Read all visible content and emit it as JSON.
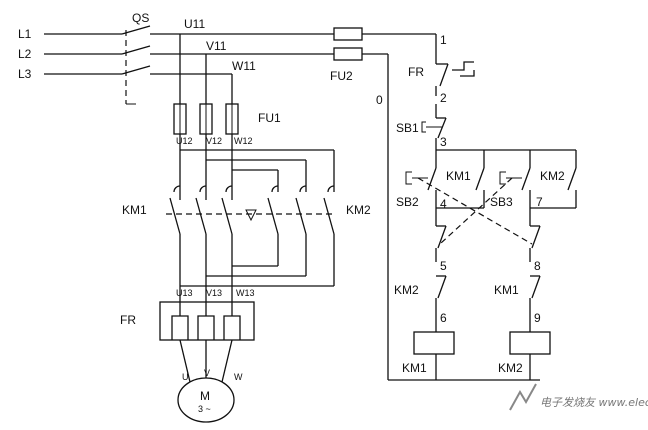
{
  "power": {
    "lines": [
      "L1",
      "L2",
      "L3"
    ],
    "qs": "QS",
    "u11": "U11",
    "v11": "V11",
    "w11": "W11",
    "fu1": "FU1",
    "u12": "U12",
    "v12": "V12",
    "w12": "W12",
    "km1": "KM1",
    "km2": "KM2",
    "u13": "U13",
    "v13": "V13",
    "w13": "W13",
    "fr": "FR",
    "u": "U",
    "v": "V",
    "w": "W",
    "motor": "M",
    "motor_sub": "3 ~"
  },
  "control": {
    "fu2": "FU2",
    "zero": "0",
    "n1": "1",
    "fr": "FR",
    "n2": "2",
    "sb1": "SB1",
    "n3": "3",
    "km1_top": "KM1",
    "km2_top": "KM2",
    "sb2": "SB2",
    "n4": "4",
    "sb3": "SB3",
    "n7": "7",
    "n5": "5",
    "n8": "8",
    "km2_mid": "KM2",
    "km1_mid": "KM1",
    "n6": "6",
    "n9": "9",
    "km1_coil": "KM1",
    "km2_coil": "KM2"
  },
  "watermark": "电子发烧友 www.elecfans.com"
}
